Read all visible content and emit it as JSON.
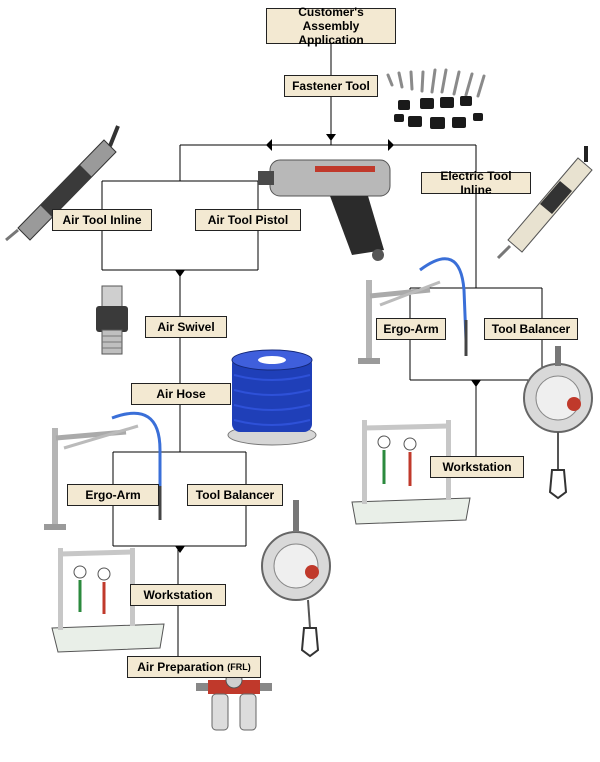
{
  "diagram": {
    "nodes": {
      "app": [
        "Customer's",
        "Assembly Application"
      ],
      "fastener": "Fastener Tool",
      "electric_inline": "Electric Tool Inline",
      "air_inline": "Air Tool Inline",
      "air_pistol": "Air Tool Pistol",
      "air_swivel": "Air Swivel",
      "air_hose": "Air Hose",
      "ergo_arm_left": "Ergo-Arm",
      "tool_balancer_left": "Tool Balancer",
      "workstation_left": "Workstation",
      "air_prep": "Air Preparation",
      "air_prep_suffix": "(FRL)",
      "ergo_arm_right": "Ergo-Arm",
      "tool_balancer_right": "Tool Balancer",
      "workstation_right": "Workstation"
    },
    "images": [
      "fastener-bits-photo",
      "impact-pistol-photo",
      "air-inline-screwdriver-photo",
      "electric-screwdriver-photo",
      "air-swivel-photo",
      "air-hose-reel-photo",
      "ergo-arm-photo",
      "tool-balancer-photo",
      "workstation-photo",
      "frl-unit-photo"
    ],
    "colors": {
      "box_fill": "#f3e9d2",
      "line": "#000000",
      "hose_blue": "#1f3fb8"
    }
  }
}
